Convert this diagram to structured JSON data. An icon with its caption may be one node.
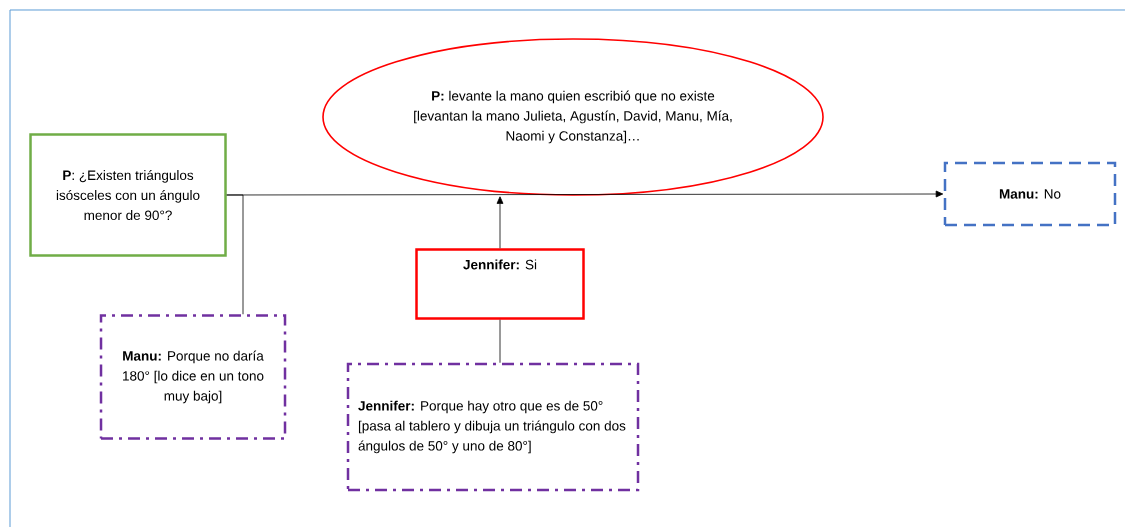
{
  "diagram": {
    "nodes": [
      {
        "text": [
          "**P:** levante la mano quien escribió que no existe [levantan la mano Julieta, Agustín, David, Manu, Mía, Naomi y Constanza]…"
        ]
      },
      {
        "text": [
          "**P**: ¿Existen triángulos isósceles con un ángulo menor de 90°?"
        ]
      },
      {
        "text": [
          "**Manu:** No"
        ]
      },
      {
        "text": [
          "**Jennifer:** Si"
        ]
      },
      {
        "text": [
          "**Manu:** Porque no daría 180° [lo dice en un tono muy bajo]"
        ]
      },
      {
        "text": [
          "**Jennifer:** Porque hay otro que es de 50° [pasa al tablero y dibuja un triángulo con dos ángulos de 50° y uno de 80°]"
        ]
      }
    ],
    "edges": [
      {
        "from": 1,
        "to": 2,
        "arrow": "to"
      },
      {
        "from": 1,
        "to": 4,
        "arrow": "none"
      },
      {
        "from": 3,
        "to": 0,
        "arrow": "to"
      },
      {
        "from": 5,
        "to": 3,
        "arrow": "none"
      }
    ]
  }
}
